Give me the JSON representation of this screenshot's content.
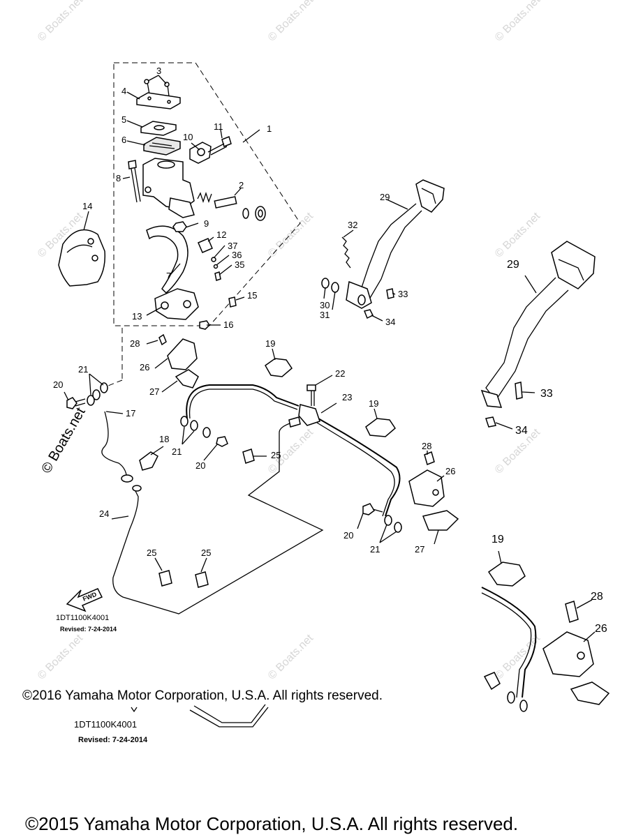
{
  "watermark": {
    "text": "© Boats.net",
    "prominent_text": "© Boats.net"
  },
  "callouts": [
    {
      "id": "1",
      "label": "1"
    },
    {
      "id": "2",
      "label": "2"
    },
    {
      "id": "3",
      "label": "3"
    },
    {
      "id": "4",
      "label": "4"
    },
    {
      "id": "5",
      "label": "5"
    },
    {
      "id": "6",
      "label": "6"
    },
    {
      "id": "7",
      "label": "7"
    },
    {
      "id": "8",
      "label": "8"
    },
    {
      "id": "9",
      "label": "9"
    },
    {
      "id": "10",
      "label": "10"
    },
    {
      "id": "11",
      "label": "11"
    },
    {
      "id": "12",
      "label": "12"
    },
    {
      "id": "13",
      "label": "13"
    },
    {
      "id": "14",
      "label": "14"
    },
    {
      "id": "15",
      "label": "15"
    },
    {
      "id": "16",
      "label": "16"
    },
    {
      "id": "17",
      "label": "17"
    },
    {
      "id": "18",
      "label": "18"
    },
    {
      "id": "19a",
      "label": "19"
    },
    {
      "id": "19b",
      "label": "19"
    },
    {
      "id": "20a",
      "label": "20"
    },
    {
      "id": "20b",
      "label": "20"
    },
    {
      "id": "20c",
      "label": "20"
    },
    {
      "id": "21a",
      "label": "21"
    },
    {
      "id": "21b",
      "label": "21"
    },
    {
      "id": "21c",
      "label": "21"
    },
    {
      "id": "22",
      "label": "22"
    },
    {
      "id": "23",
      "label": "23"
    },
    {
      "id": "24",
      "label": "24"
    },
    {
      "id": "25a",
      "label": "25"
    },
    {
      "id": "25b",
      "label": "25"
    },
    {
      "id": "25c",
      "label": "25"
    },
    {
      "id": "26a",
      "label": "26"
    },
    {
      "id": "26b",
      "label": "26"
    },
    {
      "id": "27a",
      "label": "27"
    },
    {
      "id": "27b",
      "label": "27"
    },
    {
      "id": "28a",
      "label": "28"
    },
    {
      "id": "28b",
      "label": "28"
    },
    {
      "id": "29",
      "label": "29"
    },
    {
      "id": "30",
      "label": "30"
    },
    {
      "id": "31",
      "label": "31"
    },
    {
      "id": "32",
      "label": "32"
    },
    {
      "id": "33",
      "label": "33"
    },
    {
      "id": "34",
      "label": "34"
    },
    {
      "id": "35",
      "label": "35"
    },
    {
      "id": "36",
      "label": "36"
    },
    {
      "id": "37",
      "label": "37"
    }
  ],
  "zoom_callouts": [
    {
      "id": "z29",
      "label": "29"
    },
    {
      "id": "z33",
      "label": "33"
    },
    {
      "id": "z34",
      "label": "34"
    },
    {
      "id": "z19",
      "label": "19"
    },
    {
      "id": "z28",
      "label": "28"
    },
    {
      "id": "z26",
      "label": "26"
    }
  ],
  "fwd_label": "FWD",
  "diagram_code": "1DT1100K4001",
  "revised": "Revised: 7-24-2014",
  "copyright_2016": "©2016 Yamaha Motor Corporation, U.S.A. All rights reserved.",
  "diagram_code_2": "1DT1100K4001",
  "revised_2": "Revised: 7-24-2014",
  "copyright_2015": "©2015 Yamaha Motor Corporation, U.S.A. All rights reserved."
}
